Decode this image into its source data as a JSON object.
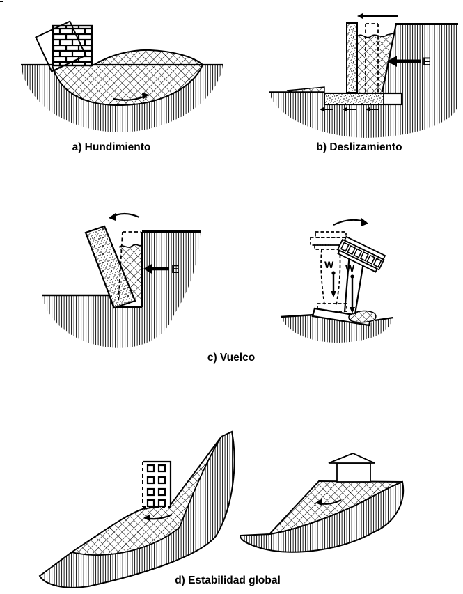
{
  "figure": {
    "background": "#ffffff",
    "ink": "#000000",
    "panels": {
      "a": {
        "caption": "a) Hundimiento"
      },
      "b": {
        "caption": "b) Deslizamiento",
        "earth_pressure_label": "E"
      },
      "c": {
        "caption": "c) Vuelco",
        "earth_pressure_label": "E",
        "weight_label_original": "W",
        "weight_label_tilted": "W"
      },
      "d": {
        "caption": "d) Estabilidad global"
      }
    }
  }
}
